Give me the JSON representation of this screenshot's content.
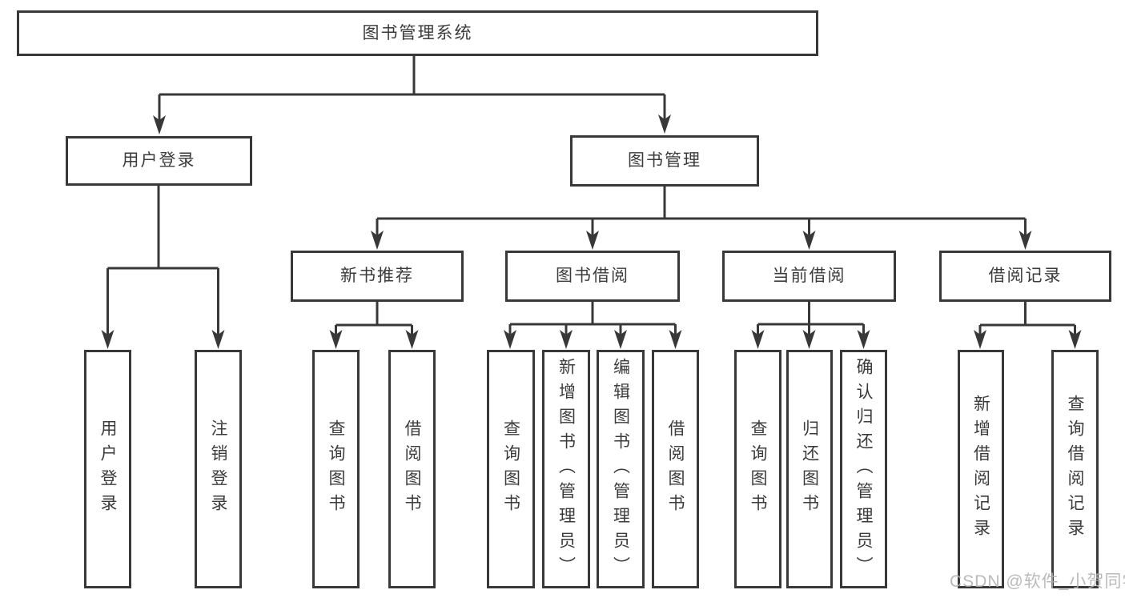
{
  "diagram": {
    "title": "图书管理系统",
    "colors": {
      "line": "#383838",
      "text": "#3b3b3b",
      "watermark": "#b3b3b3",
      "background": "#ffffff"
    },
    "nodes": {
      "root": "图书管理系统",
      "user_login": "用户登录",
      "book_mgmt": "图书管理",
      "new_book_rec": "新书推荐",
      "book_borrow": "图书借阅",
      "current_borrow": "当前借阅",
      "borrow_records": "借阅记录"
    },
    "leaves": {
      "user_login": "用户登录",
      "user_logout": "注销登录",
      "rec_query_books": "查询图书",
      "rec_borrow_books": "借阅图书",
      "bor_query_books": "查询图书",
      "bor_add_books": "新增图书（管理员）",
      "bor_edit_books": "编辑图书（管理员）",
      "bor_borrow_books": "借阅图书",
      "cur_query_books": "查询图书",
      "cur_return_books": "归还图书",
      "cur_confirm_return": "确认归还（管理员）",
      "recd_add_record": "新增借阅记录",
      "recd_query_record": "查询借阅记录"
    },
    "watermark": "CSDN @软件_小贺同学"
  }
}
